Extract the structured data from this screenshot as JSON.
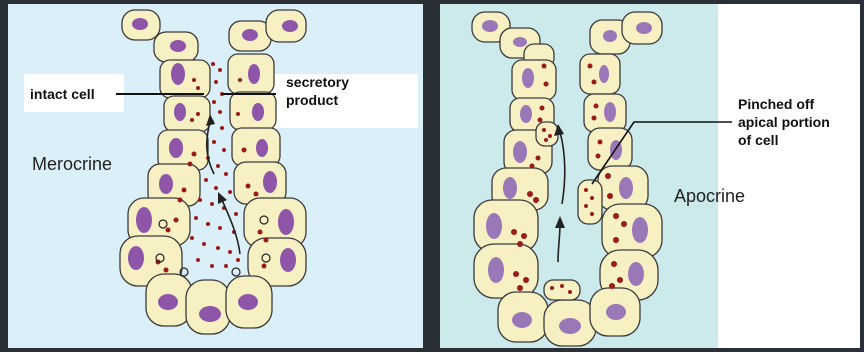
{
  "left_panel": {
    "label_intact_cell": "intact cell",
    "label_secretory": "secretory",
    "label_product": "product",
    "title": "Merocrine"
  },
  "right_panel": {
    "label_line1": "Pinched off",
    "label_line2": "apical portion",
    "label_line3": "of cell",
    "title": "Apocrine"
  },
  "colors": {
    "cell_fill": "#f7f0c2",
    "nucleus": "#8f55a8",
    "nucleus_right": "#9a78b8",
    "granule": "#9b1b1b",
    "left_bg": "#dbeff8",
    "right_bg": "#cce9ec"
  }
}
